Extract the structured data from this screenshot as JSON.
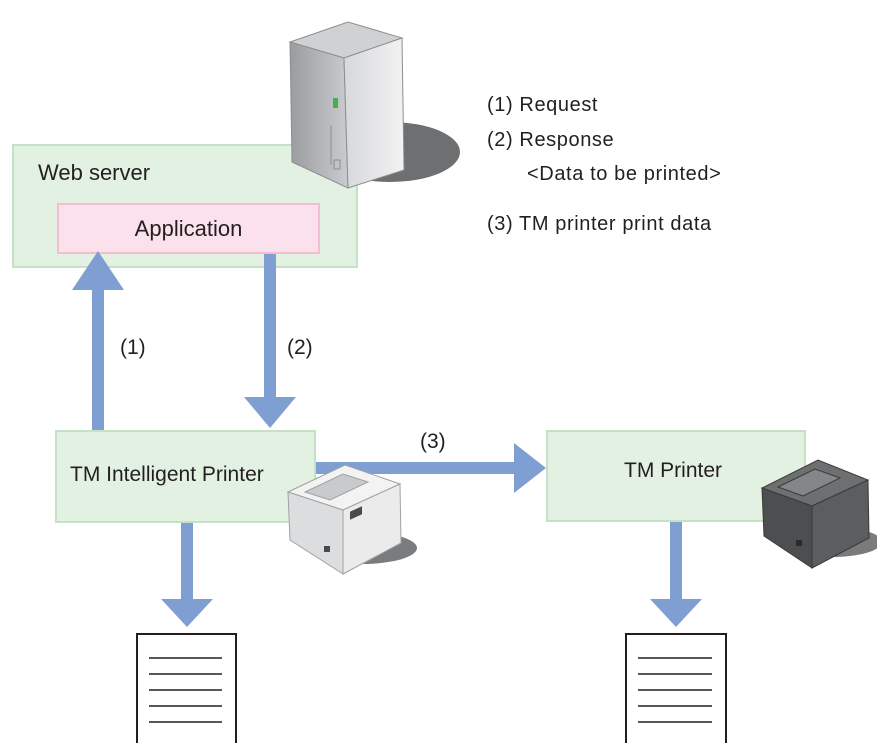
{
  "nodes": {
    "web_server": "Web server",
    "application": "Application",
    "tm_intelligent_printer": "TM Intelligent Printer",
    "tm_printer": "TM Printer"
  },
  "arrows": {
    "request": "(1)",
    "response": "(2)",
    "print_data": "(3)"
  },
  "legend": {
    "item1": "(1) Request",
    "item2": "(2) Response",
    "item2_sub": "<Data to be printed>",
    "item3": "(3) TM printer print data"
  },
  "icons": [
    "server-icon",
    "white-receipt-printer-icon",
    "black-receipt-printer-icon",
    "printed-receipt-icon"
  ],
  "colors": {
    "arrow": "#7f9fd3",
    "box_fill": "#e3f1e3",
    "box_border": "#c6e2c6",
    "app_fill": "#fbe1ec",
    "app_border": "#f4bdd3"
  }
}
